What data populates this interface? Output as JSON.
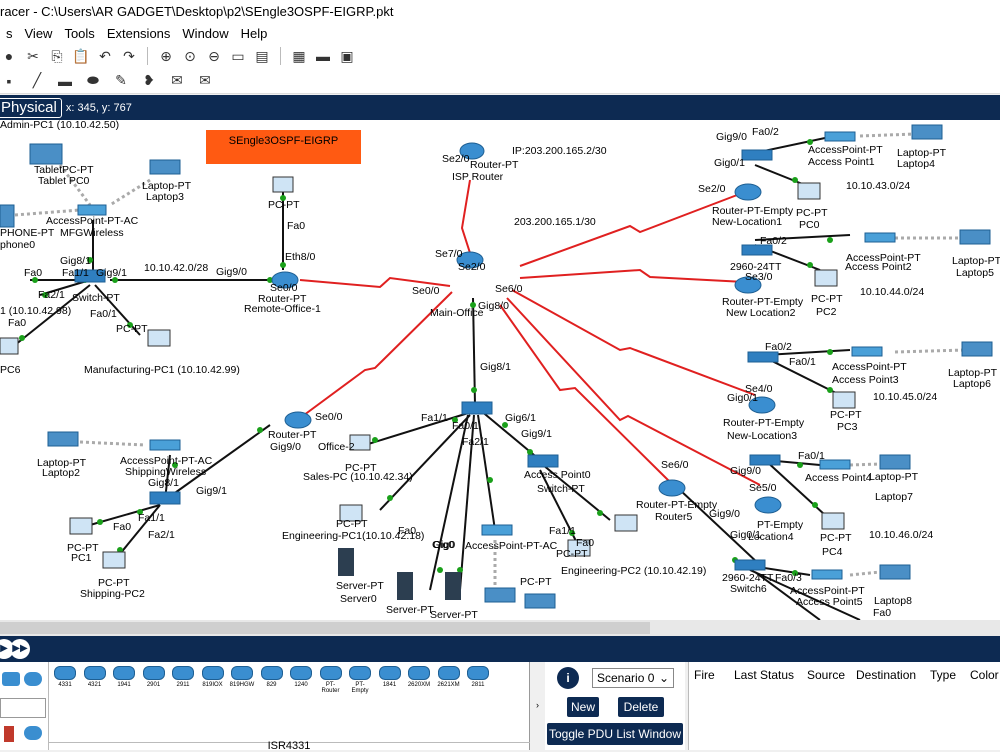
{
  "window": {
    "title": "racer - C:\\Users\\AR GADGET\\Desktop\\p2\\SEngle3OSPF-EIGRP.pkt"
  },
  "menu": [
    "s",
    "View",
    "Tools",
    "Extensions",
    "Window",
    "Help"
  ],
  "physical_bar": {
    "mode": "Physical",
    "coords": "x: 345, y: 767"
  },
  "topology": {
    "title": "SEngle3OSPF-EIGRP",
    "labels": [
      "TabletPC-PT",
      "Tablet PC0",
      "Laptop-PT",
      "Laptop3",
      "AccessPoint-PT-AC",
      "MFGWireless",
      "PHONE-PT",
      "phone0",
      "Gig8/1",
      "Fa1/1",
      "Gig9/1",
      "Fa0",
      "Fa2/1",
      "Switch-PT",
      "Fa0/1",
      "1 (10.10.42.98)",
      "Fa0",
      "PC-PT",
      "Manufacturing-PC1 (10.10.42.99)",
      "PC6",
      "10.10.42.0/28",
      "Gig9/0",
      "Se0/0",
      "Router-PT",
      "Remote-Office-1",
      "PC-PT",
      "Fa0",
      "Eth8/0",
      "Se2/0",
      "Router-PT",
      "ISP Router",
      "IP:203.200.165.2/30",
      "203.200.165.1/30",
      "Se7/0",
      "Se2/0",
      "Se0/0",
      "Se6/0",
      "Gig8/0",
      "Main-Office",
      "Gig8/1",
      "Gig9/0",
      "Fa0/2",
      "Gig0/1",
      "Se2/0",
      "AccessPoint-PT",
      "Access Point1",
      "Laptop-PT",
      "Laptop4",
      "PC-PT",
      "PC0",
      "10.10.43.0/24",
      "Router-PT-Empty",
      "New-Location1",
      "Fa0/2",
      "2960-24TT",
      "Se3/0",
      "AccessPoint-PT",
      "Access Point2",
      "Laptop-PT",
      "Laptop5",
      "PC-PT",
      "PC2",
      "10.10.44.0/24",
      "Router-PT-Empty",
      "New Location2",
      "Fa0/2",
      "Fa0/1",
      "Se4/0",
      "Gig0/1",
      "AccessPoint-PT",
      "Access Point3",
      "Laptop-PT",
      "Laptop6",
      "PC-PT",
      "PC3",
      "10.10.45.0/24",
      "Router-PT-Empty",
      "New-Location3",
      "Gig9/0",
      "Fa0/1",
      "Se5/0",
      "Access Point4",
      "Laptop-PT",
      "Laptop7",
      "PC-PT",
      "PC4",
      "10.10.46.0/24",
      "PT-Empty",
      "Location4",
      "Gig0/1",
      "2960-24TT",
      "Switch6",
      "Fa0/3",
      "AccessPoint-PT",
      "Access Point5",
      "Laptop8",
      "Fa0",
      "Se6/0",
      "Router-PT-Empty",
      "Router5",
      "Gig9/0",
      "Se0/0",
      "Router-PT",
      "Office-2",
      "Gig9/0",
      "Gig9/1",
      "Laptop-PT",
      "Laptop2",
      "AccessPoint-PT-AC",
      "ShippingWireless",
      "Gig8/1",
      "Fa1/1",
      "Fa0",
      "Fa2/1",
      "PC-PT",
      "PC1",
      "PC-PT",
      "Shipping-PC2",
      "Fa1/1",
      "Fa0/1",
      "Gig6/1",
      "Fa2/1",
      "Gig9/1",
      "PC-PT",
      "Sales-PC (10.10.42.34)",
      "PC-PT",
      "Engineering-PC1(10.10.42.18)",
      "Fa0",
      "Gig0",
      "Server-PT",
      "Server0",
      "Server-PT",
      "Server-PT",
      "Gig0",
      "AccessPoint-PT-AC",
      "Access Point0",
      "Switch-PT",
      "Fa1/1",
      "Fa0",
      "PC-PT",
      "Engineering-PC2 (10.10.42.19)",
      "PC-PT",
      "Admin-PC1 (10.10.42.50)"
    ]
  },
  "bottom": {
    "device_models": [
      "4331",
      "4321",
      "1941",
      "2901",
      "2911",
      "819IOX",
      "819HGW",
      "829",
      "1240",
      "PT-Router",
      "PT-Empty",
      "1841",
      "2620XM",
      "2621XM",
      "2811"
    ],
    "selected_model": "ISR4331",
    "scenario": "Scenario 0",
    "buttons": {
      "new": "New",
      "delete": "Delete",
      "toggle": "Toggle PDU List Window"
    },
    "pdu_headers": [
      "Fire",
      "Last Status",
      "Source",
      "Destination",
      "Type",
      "Color"
    ]
  },
  "colors": {
    "link_red": "#e02020",
    "bar_navy": "#0d2a52",
    "title_box": "#ff5a12"
  }
}
